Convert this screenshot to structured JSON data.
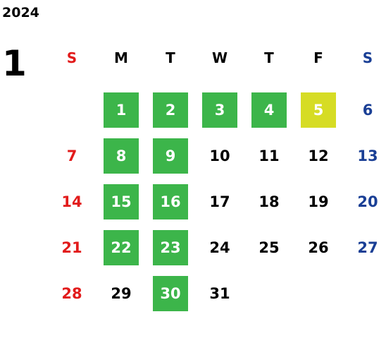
{
  "calendar": {
    "year": "2024",
    "month": "1",
    "weekdays": [
      "S",
      "M",
      "T",
      "W",
      "T",
      "F",
      "S"
    ],
    "start_weekday": 1,
    "days_in_month": 31,
    "green_days": [
      1,
      2,
      3,
      4,
      8,
      9,
      15,
      16,
      22,
      23,
      30
    ],
    "yellow_days": [
      5
    ]
  },
  "colors": {
    "sunday": "#e21b1b",
    "saturday": "#1a3f95",
    "default": "#000000",
    "green_highlight": "#3cb54a",
    "yellow_highlight": "#d6dc24"
  }
}
